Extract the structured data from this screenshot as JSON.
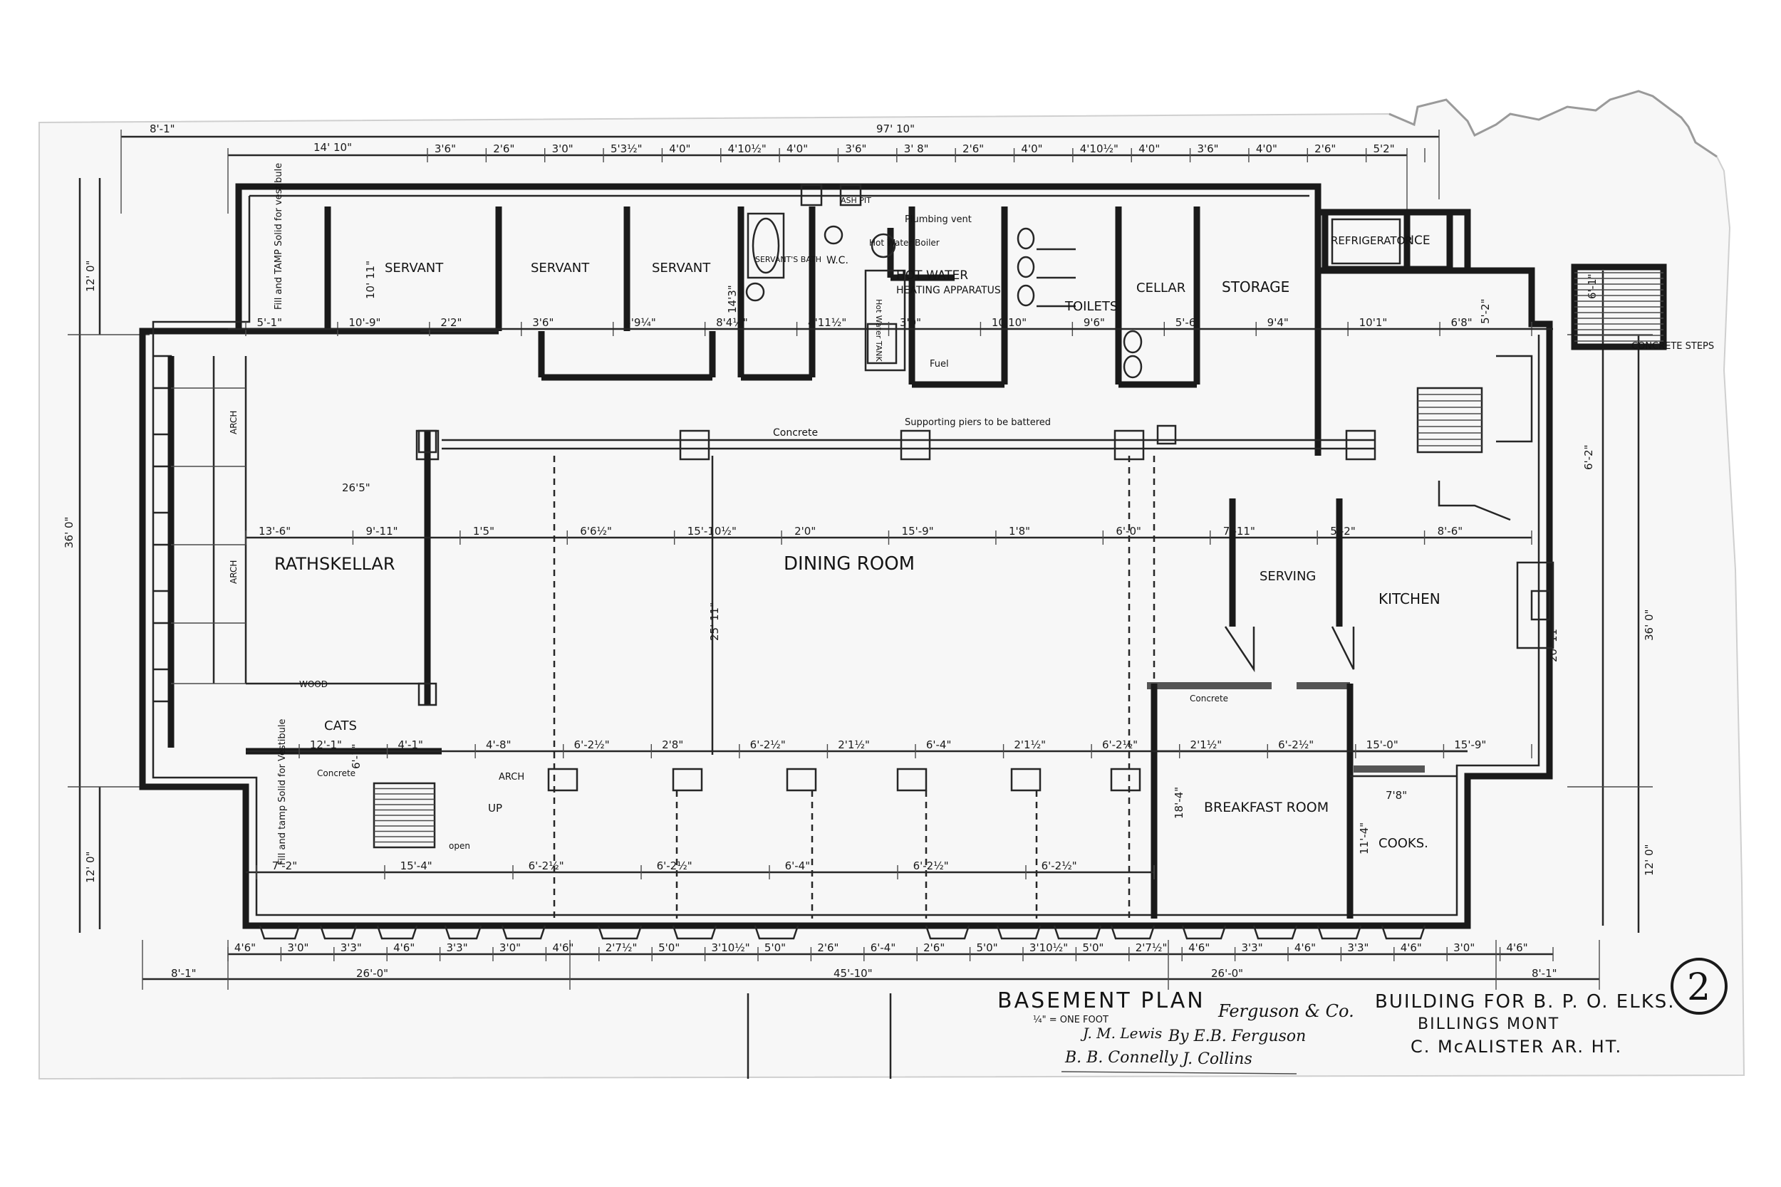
{
  "sheet": {
    "number": "2",
    "plan_title": "BASEMENT PLAN",
    "scale": "¼\" = ONE FOOT",
    "project_line1": "BUILDING FOR B. P. O. ELKS.",
    "project_line2": "BILLINGS MONT",
    "architect": "C. McALISTER AR. HT."
  },
  "signatures": [
    "Ferguson & Co.",
    "By E.B. Ferguson",
    "J. M. Lewis",
    "B. B. Connelly",
    "J. Collins"
  ],
  "colors": {
    "ink": "#1a1a1a",
    "paper": "#ffffff",
    "paper_tint": "#f7f7f7",
    "torn_edge": "#e4e4e4",
    "hatch": "#555555"
  },
  "rooms": {
    "servant_1": "SERVANT",
    "servant_2": "SERVANT",
    "servant_3": "SERVANT",
    "servants_bath": "SERVANT'S BATH",
    "wc": "W.C.",
    "hot_water": "HOT WATER",
    "heating": "HEATING APPARATUS",
    "toilets": "TOILETS",
    "cellar": "CELLAR",
    "storage": "STORAGE",
    "refrigerator": "REFRIGERATOR",
    "ice": "ICE",
    "rathskellar": "RATHSKELLAR",
    "dining_room": "DINING ROOM",
    "serving": "SERVING",
    "kitchen": "KITCHEN",
    "cats": "CATS",
    "breakfast_room": "BREAKFAST ROOM",
    "cooks": "COOKS.",
    "concrete_steps": "CONCRETE STEPS",
    "up": "UP",
    "ash_pit": "ASH PIT"
  },
  "notes": {
    "fill_tamp_top": "Fill and TAMP Solid for vestibule",
    "fill_tamp_bottom": "Fill and tamp Solid for Vestibule",
    "concrete_beam": "Concrete",
    "supporting_piers": "Supporting piers to be battered",
    "plumbing_vent": "Plumbing vent",
    "hot_water_boiler": "Hot Water Boiler",
    "hot_water_tank": "Hot Water TANK",
    "fuel": "Fuel",
    "wood": "WOOD",
    "concrete_lower": "Concrete",
    "concrete_kitchen": "Concrete",
    "arch": "ARCH",
    "open": "open"
  },
  "dimensions": {
    "overall_top": "97' 10\"",
    "overall_top_left": "8'-1\"",
    "top_left_run": "14' 10\"",
    "depth_left": "36' 0\"",
    "depth_top_left": "12' 0\"",
    "depth_bottom_left": "12' 0\"",
    "depth_right": "36' 0\"",
    "depth_bottom_right": "12' 0\"",
    "depth_top_right": "6'-1\"",
    "bottom_left_end": "8'-1\"",
    "bottom_left_bay": "26'-0\"",
    "bottom_center_bay": "45'-10\"",
    "bottom_right_bay": "26'-0\"",
    "bottom_right_end": "8'-1\"",
    "top_chain": [
      "3'6\"",
      "2'6\"",
      "3'0\"",
      "5'3½\"",
      "4'0\"",
      "4'10½\"",
      "4'0\"",
      "3'6\"",
      "3' 8\"",
      "2'6\"",
      "4'0\"",
      "4'10½\"",
      "4'0\"",
      "3'6\"",
      "4'0\"",
      "2'6\"",
      "5'2\""
    ],
    "bottom_chain": [
      "4'6\"",
      "3'0\"",
      "3'3\"",
      "4'6\"",
      "3'3\"",
      "3'0\"",
      "4'6\"",
      "2'7½\"",
      "5'0\"",
      "3'10½\"",
      "5'0\"",
      "2'6\"",
      "6'-4\"",
      "2'6\"",
      "5'0\"",
      "3'10½\"",
      "5'0\"",
      "2'7½\"",
      "4'6\"",
      "3'3\"",
      "4'6\"",
      "3'3\"",
      "4'6\"",
      "3'0\"",
      "4'6\""
    ],
    "service_row": [
      "5'-1\"",
      "10'-9\"",
      "2'2\"",
      "3'6\"",
      "6'9¼\"",
      "8'4½\"",
      "4'11½\"",
      "3'0\"",
      "10'10\"",
      "9'6\"",
      "5'-6\"",
      "9'4\"",
      "10'1\"",
      "6'8\""
    ],
    "dining_row": [
      "13'-6\"",
      "9'-11\"",
      "1'5\"",
      "6'6½\"",
      "15'-10½\"",
      "2'0\"",
      "15'-9\"",
      "1'8\"",
      "6'-0\"",
      "7'-11\"",
      "5'-2\"",
      "8'-6\""
    ],
    "arch_row": [
      "12'-1\"",
      "4'-1\"",
      "4'-8\"",
      "6'-2½\"",
      "2'8\"",
      "6'-2½\"",
      "2'1½\"",
      "6'-4\"",
      "2'1½\"",
      "6'-2½\"",
      "2'1½\"",
      "6'-2½\"",
      "15'-0\"",
      "15'-9\""
    ],
    "lower_row": [
      "7'-2\"",
      "15'-4\"",
      "6'-2½\"",
      "6'-2½\"",
      "6'-4\"",
      "6'-2½\"",
      "6'-2½\""
    ],
    "rathskellar_depth": "26'5\"",
    "dining_depth": "25' 11\"",
    "cats_depth": "6'-7\"",
    "servant_depth": "10' 11\"",
    "servant_depth_2": "14'3\"",
    "kitchen_depth": "20' 11\"",
    "breakfast_depth": "18'-4\"",
    "cooks_depth": "11'-4\"",
    "cooks_width": "7'8\"",
    "stair_right_run": "6'-2\"",
    "stair_right_top": "5'-2\""
  }
}
